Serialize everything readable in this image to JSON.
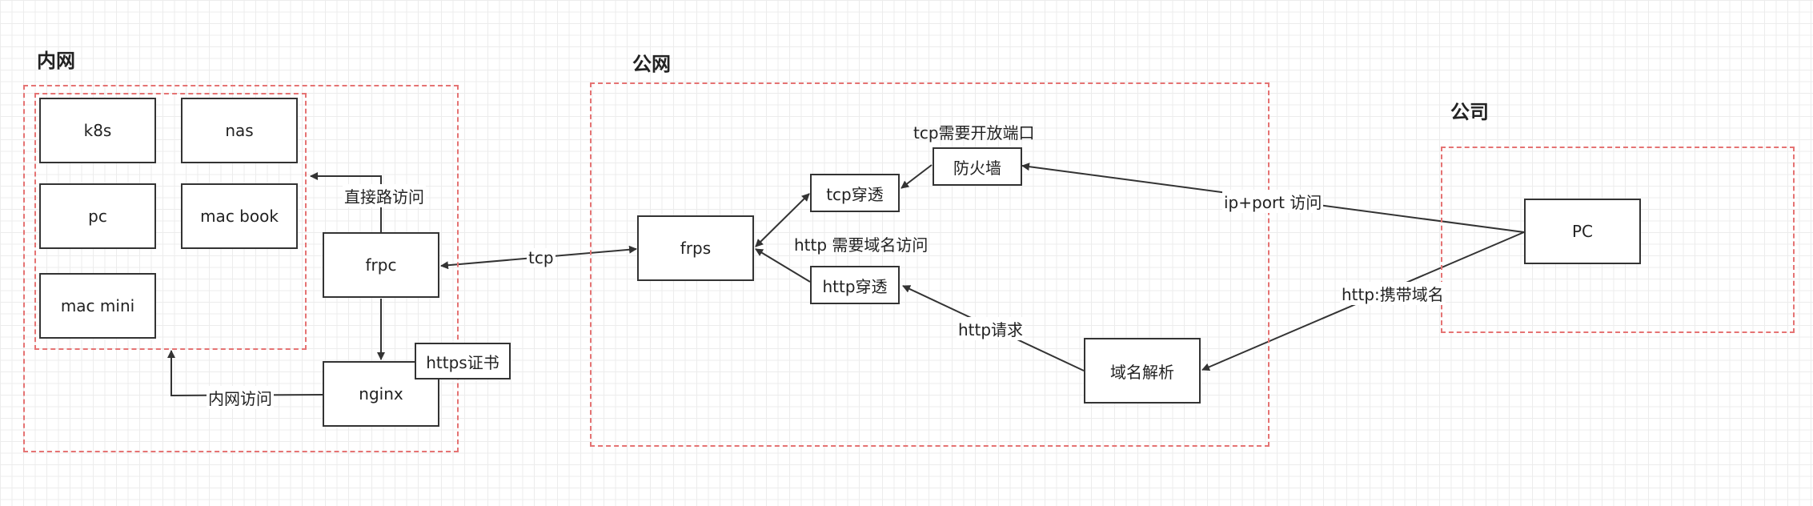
{
  "zones": {
    "intranet": {
      "title": "内网"
    },
    "public": {
      "title": "公网"
    },
    "company": {
      "title": "公司"
    }
  },
  "nodes": {
    "k8s": "k8s",
    "nas": "nas",
    "pc_lan": "pc",
    "macbook": "mac book",
    "macmini": "mac mini",
    "frpc": "frpc",
    "nginx": "nginx",
    "https_cert": "https证书",
    "frps": "frps",
    "tcp_tunnel": "tcp穿透",
    "firewall": "防火墙",
    "http_tunnel": "http穿透",
    "dns": "域名解析",
    "pc_company": "PC"
  },
  "edge_labels": {
    "direct_route": "直接路访问",
    "tcp": "tcp",
    "intranet_access": "内网访问",
    "tcp_open_port": "tcp需要开放端口",
    "http_need_domain": "http 需要域名访问",
    "ip_port_access": "ip+port 访问",
    "http_request": "http请求",
    "http_with_domain": "http:携带域名"
  },
  "colors": {
    "zone_border": "#e57373",
    "node_border": "#333333",
    "edge": "#333333"
  }
}
